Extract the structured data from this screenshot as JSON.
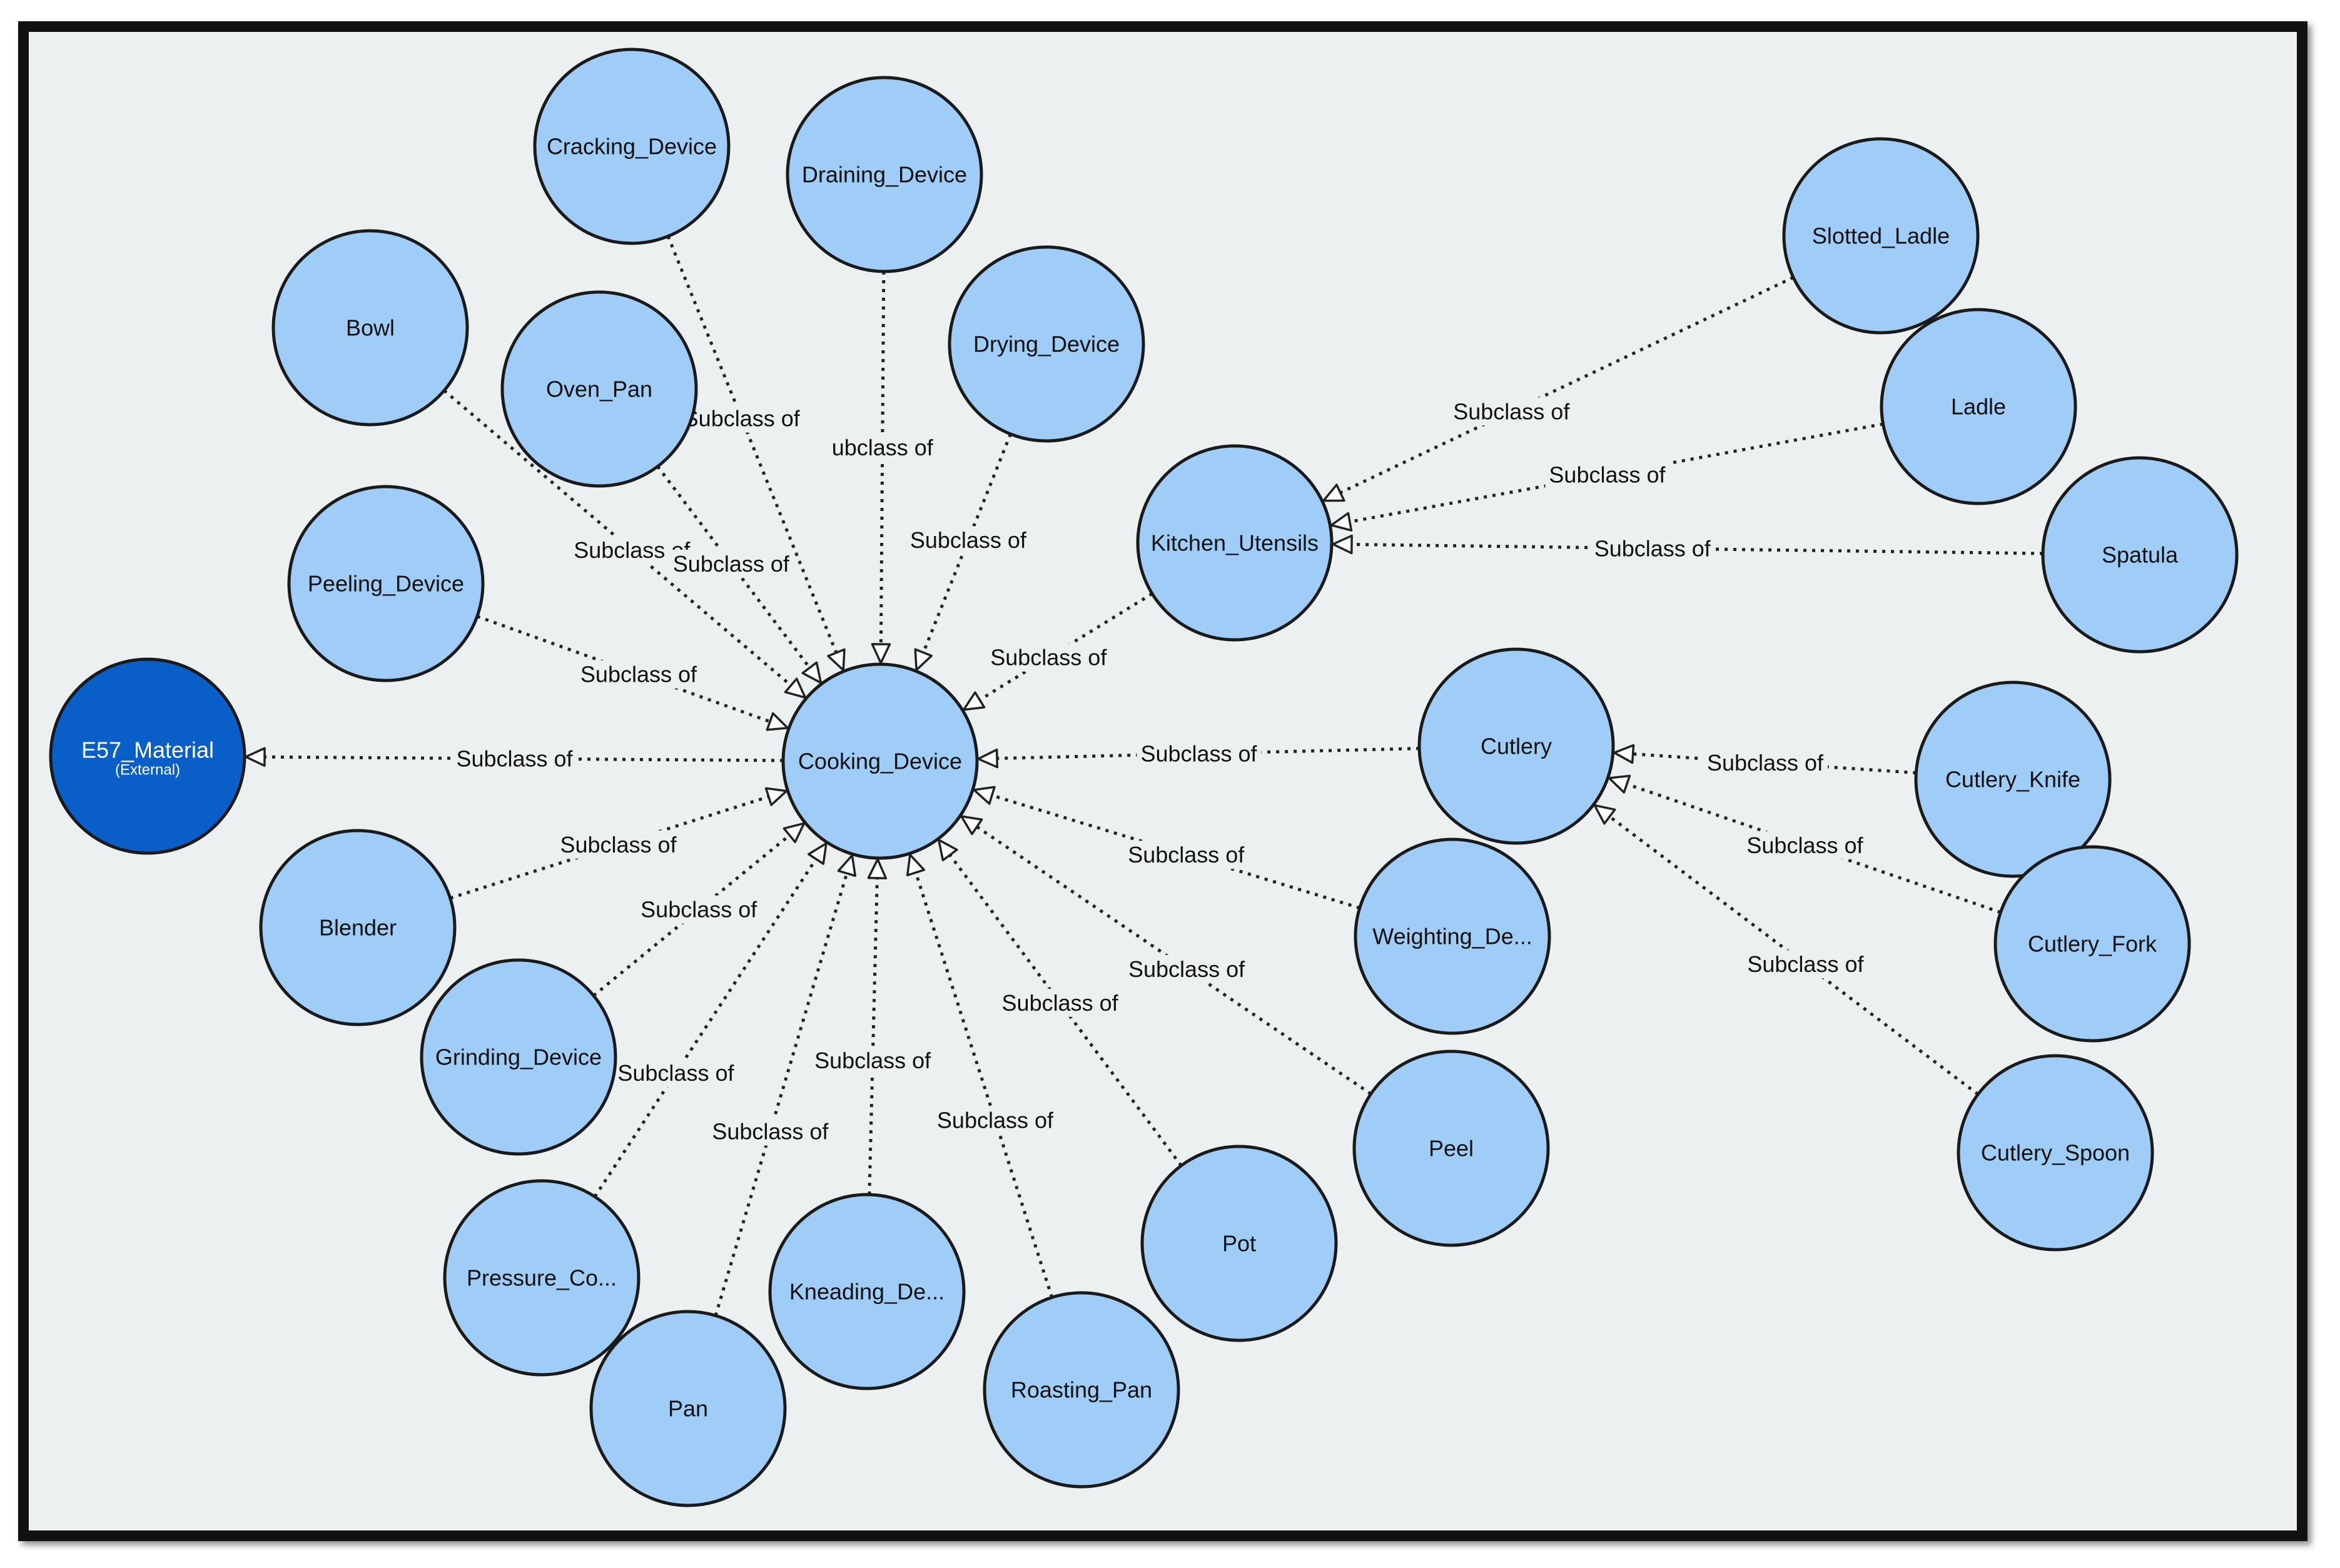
{
  "colors": {
    "canvas": "#ecf0f1",
    "node_fill": "#9fcdf8",
    "external_fill": "#0a5ec7",
    "frame": "#111111"
  },
  "edge_label": "Subclass of",
  "nodes": [
    {
      "id": "cooking",
      "label": "Cooking_Device"
    },
    {
      "id": "e57",
      "label": "E57_Material",
      "sublabel": "(External)",
      "external": true
    },
    {
      "id": "cracking",
      "label": "Cracking_Device"
    },
    {
      "id": "draining",
      "label": "Draining_Device"
    },
    {
      "id": "drying",
      "label": "Drying_Device"
    },
    {
      "id": "bowl",
      "label": "Bowl"
    },
    {
      "id": "ovenpan",
      "label": "Oven_Pan"
    },
    {
      "id": "peeling",
      "label": "Peeling_Device"
    },
    {
      "id": "blender",
      "label": "Blender"
    },
    {
      "id": "grinding",
      "label": "Grinding_Device"
    },
    {
      "id": "pressure",
      "label": "Pressure_Co..."
    },
    {
      "id": "pan",
      "label": "Pan"
    },
    {
      "id": "kneading",
      "label": "Kneading_De..."
    },
    {
      "id": "roasting",
      "label": "Roasting_Pan"
    },
    {
      "id": "pot",
      "label": "Pot"
    },
    {
      "id": "peel",
      "label": "Peel"
    },
    {
      "id": "weighting",
      "label": "Weighting_De..."
    },
    {
      "id": "kitchen",
      "label": "Kitchen_Utensils"
    },
    {
      "id": "slotted",
      "label": "Slotted_Ladle"
    },
    {
      "id": "ladle",
      "label": "Ladle"
    },
    {
      "id": "spatula",
      "label": "Spatula"
    },
    {
      "id": "cutlery",
      "label": "Cutlery"
    },
    {
      "id": "knife",
      "label": "Cutlery_Knife"
    },
    {
      "id": "fork",
      "label": "Cutlery_Fork"
    },
    {
      "id": "spoon",
      "label": "Cutlery_Spoon"
    }
  ],
  "edges": [
    {
      "from": "cooking",
      "to": "e57",
      "label": "Subclass of"
    },
    {
      "from": "cracking",
      "to": "cooking",
      "label": "Subclass of"
    },
    {
      "from": "draining",
      "to": "cooking",
      "label": "ubclass of"
    },
    {
      "from": "drying",
      "to": "cooking",
      "label": "Subclass of"
    },
    {
      "from": "bowl",
      "to": "cooking",
      "label": "Subclass of"
    },
    {
      "from": "ovenpan",
      "to": "cooking",
      "label": "Subclass of"
    },
    {
      "from": "peeling",
      "to": "cooking",
      "label": "Subclass of"
    },
    {
      "from": "blender",
      "to": "cooking",
      "label": "Subclass of"
    },
    {
      "from": "grinding",
      "to": "cooking",
      "label": "Subclass of"
    },
    {
      "from": "pressure",
      "to": "cooking",
      "label": "Subclass of"
    },
    {
      "from": "pan",
      "to": "cooking",
      "label": "Subclass of"
    },
    {
      "from": "kneading",
      "to": "cooking",
      "label": "Subclass of"
    },
    {
      "from": "roasting",
      "to": "cooking",
      "label": "Subclass of"
    },
    {
      "from": "pot",
      "to": "cooking",
      "label": "Subclass of"
    },
    {
      "from": "peel",
      "to": "cooking",
      "label": "Subclass of"
    },
    {
      "from": "weighting",
      "to": "cooking",
      "label": "Subclass of"
    },
    {
      "from": "kitchen",
      "to": "cooking",
      "label": "Subclass of"
    },
    {
      "from": "cutlery",
      "to": "cooking",
      "label": "Subclass of"
    },
    {
      "from": "slotted",
      "to": "kitchen",
      "label": "Subclass of"
    },
    {
      "from": "ladle",
      "to": "kitchen",
      "label": "Subclass of"
    },
    {
      "from": "spatula",
      "to": "kitchen",
      "label": "Subclass of"
    },
    {
      "from": "knife",
      "to": "cutlery",
      "label": "Subclass of"
    },
    {
      "from": "fork",
      "to": "cutlery",
      "label": "Subclass of"
    },
    {
      "from": "spoon",
      "to": "cutlery",
      "label": "Subclass of"
    }
  ]
}
